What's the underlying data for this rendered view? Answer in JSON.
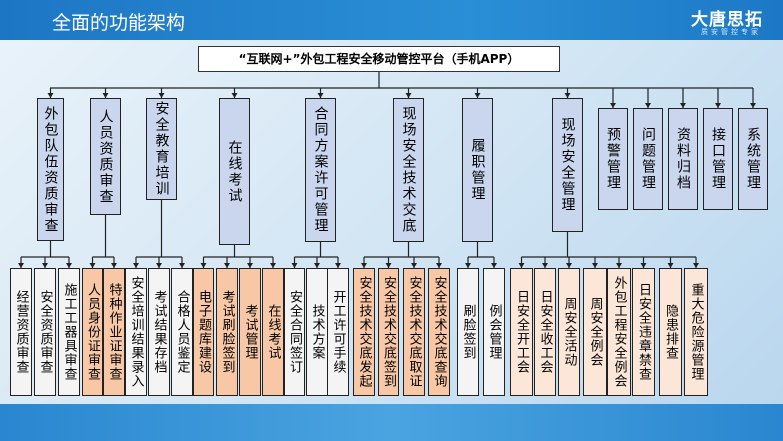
{
  "header": {
    "title": "全面的功能架构",
    "brand": "大唐思拓",
    "slogan": "质安管控专家"
  },
  "root": {
    "label": "“互联网+”外包工程安全移动管控平台（手机APP）"
  },
  "colors": {
    "header": "#1d76c4",
    "module": "#c9d6ee",
    "leaf_white": "#f4f4f4",
    "leaf_peach": "#f8c8a6",
    "leaf_light": "#fce6d8"
  },
  "modules": [
    {
      "label": "外包队伍资质审查",
      "children": [
        {
          "label": "经营资质审查",
          "style": "white"
        },
        {
          "label": "安全资质审查",
          "style": "white"
        },
        {
          "label": "施工工器具审查",
          "style": "white"
        }
      ]
    },
    {
      "label": "人员资质审查",
      "children": [
        {
          "label": "人员身份证审查",
          "style": "peach"
        },
        {
          "label": "特种作业证审查",
          "style": "peach"
        }
      ]
    },
    {
      "label": "安全教育培训",
      "children": [
        {
          "label": "安全培训结果录入",
          "style": "white"
        },
        {
          "label": "考试结果存档",
          "style": "white"
        },
        {
          "label": "合格人员鉴定",
          "style": "white"
        }
      ]
    },
    {
      "label": "在线考试",
      "children": [
        {
          "label": "电子题库建设",
          "style": "peach"
        },
        {
          "label": "考试刷脸签到",
          "style": "peach"
        },
        {
          "label": "考试管理",
          "style": "peach"
        },
        {
          "label": "在线考试",
          "style": "peach"
        }
      ]
    },
    {
      "label": "合同方案许可管理",
      "children": [
        {
          "label": "安全合同签订",
          "style": "white"
        },
        {
          "label": "技术方案",
          "style": "white"
        },
        {
          "label": "开工许可手续",
          "style": "white"
        }
      ]
    },
    {
      "label": "现场安全技术交底",
      "children": [
        {
          "label": "安全技术交底发起",
          "style": "peach"
        },
        {
          "label": "安全技术交底签到",
          "style": "peach"
        },
        {
          "label": "安全技术交底取证",
          "style": "peach"
        },
        {
          "label": "安全技术交底查询",
          "style": "peach"
        }
      ]
    },
    {
      "label": "履职管理",
      "children": [
        {
          "label": "刷脸签到",
          "style": "white"
        },
        {
          "label": "例会管理",
          "style": "white"
        }
      ]
    },
    {
      "label": "现场安全管理",
      "children": [
        {
          "label": "日安全开工会",
          "style": "light"
        },
        {
          "label": "日安全收工会",
          "style": "light"
        },
        {
          "label": "周安全活动",
          "style": "light"
        },
        {
          "label": "周安全例会",
          "style": "light"
        },
        {
          "label": "外包工程安全例会",
          "style": "light"
        },
        {
          "label": "日安全违章禁查",
          "style": "light"
        },
        {
          "label": "隐患排查",
          "style": "light"
        },
        {
          "label": "重大危险源管理",
          "style": "light"
        }
      ]
    },
    {
      "label": "预警管理",
      "children": []
    },
    {
      "label": "问题管理",
      "children": []
    },
    {
      "label": "资料归档",
      "children": []
    },
    {
      "label": "接口管理",
      "children": []
    },
    {
      "label": "系统管理",
      "children": []
    }
  ]
}
